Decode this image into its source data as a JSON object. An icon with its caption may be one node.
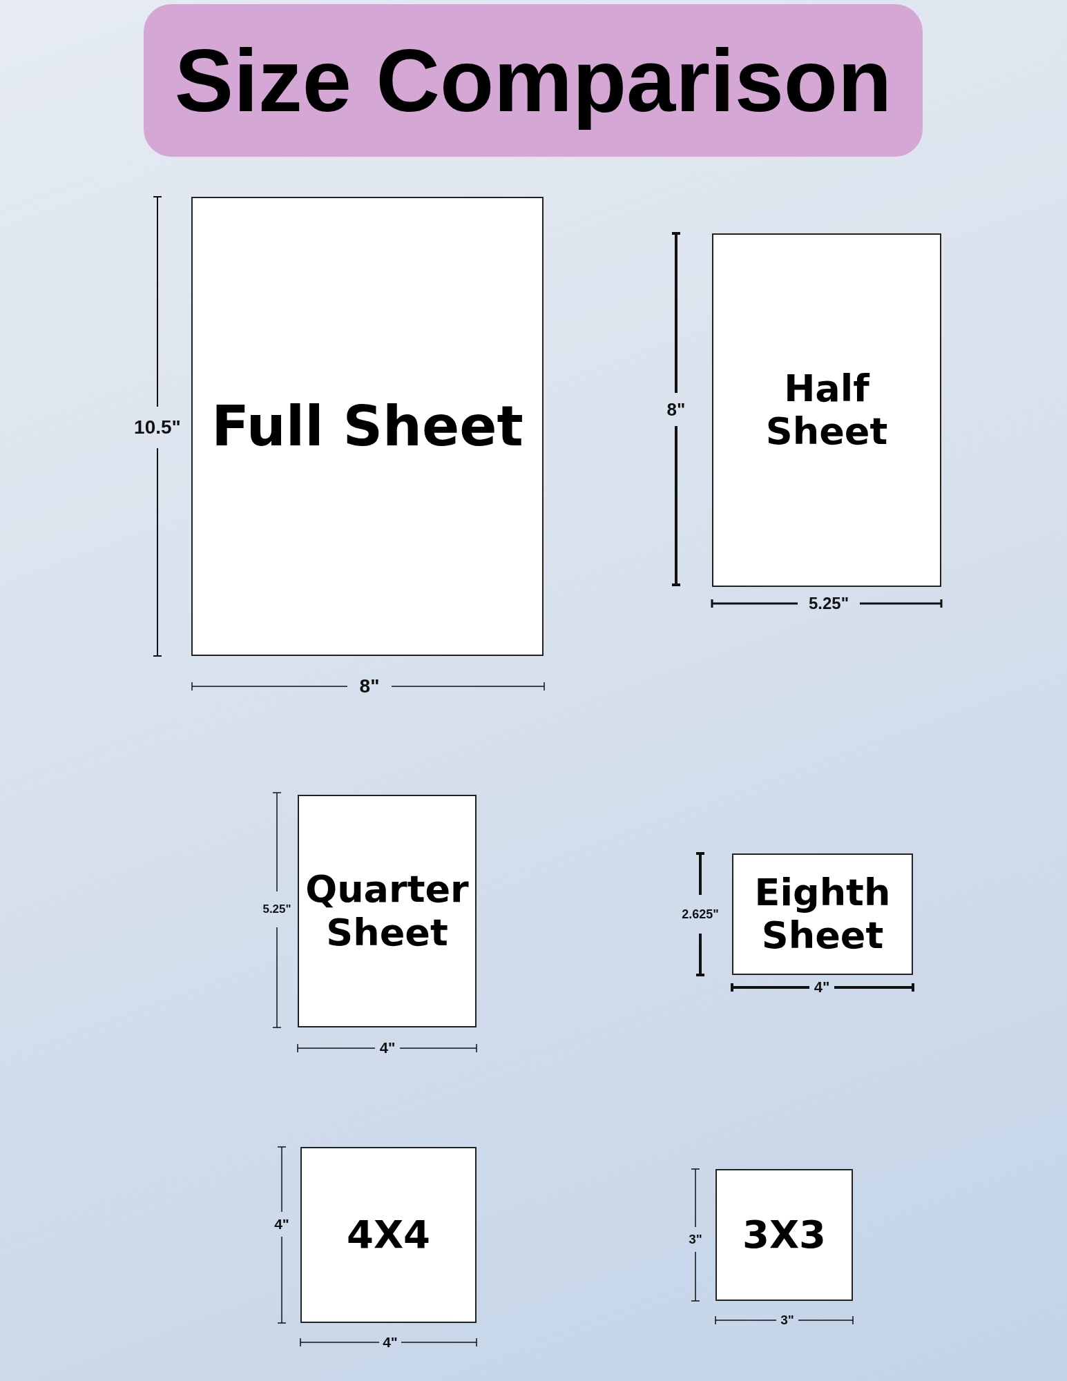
{
  "diagram": {
    "title": "Size Comparison",
    "nodes": [
      {
        "text": [
          "Full Sheet"
        ]
      },
      {
        "text": [
          "Half Sheet"
        ]
      },
      {
        "text": [
          "Quarter Sheet"
        ]
      },
      {
        "text": [
          "Eighth Sheet"
        ]
      },
      {
        "text": [
          "4X4"
        ]
      },
      {
        "text": [
          "3X3"
        ]
      }
    ],
    "edges": [],
    "labels": [
      "8\"",
      "10.5\"",
      "5.25\"",
      "8\"",
      "5.25\"",
      "2.625\"",
      "4\"",
      "4\"",
      "4\"",
      "3\"",
      "3\"",
      "4\""
    ]
  }
}
